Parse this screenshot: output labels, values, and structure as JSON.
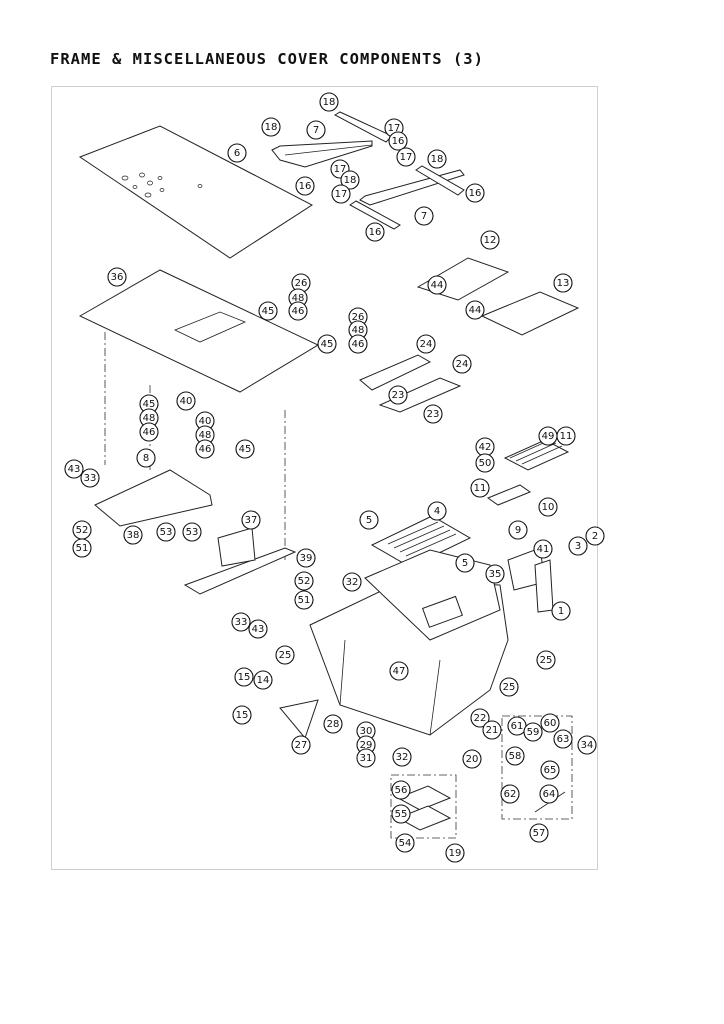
{
  "title": "FRAME & MISCELLANEOUS COVER COMPONENTS (3)",
  "callouts": [
    "18",
    "18",
    "7",
    "17",
    "16",
    "17",
    "18",
    "16",
    "17",
    "18",
    "17",
    "16",
    "7",
    "16",
    "6",
    "12",
    "44",
    "13",
    "44",
    "36",
    "26",
    "48",
    "45",
    "46",
    "26",
    "48",
    "45",
    "46",
    "24",
    "24",
    "23",
    "23",
    "40",
    "45",
    "48",
    "46",
    "40",
    "48",
    "46",
    "45",
    "42",
    "50",
    "49",
    "11",
    "11",
    "10",
    "43",
    "33",
    "8",
    "52",
    "51",
    "38",
    "53",
    "53",
    "5",
    "4",
    "5",
    "9",
    "41",
    "3",
    "2",
    "35",
    "1",
    "37",
    "39",
    "52",
    "51",
    "33",
    "43",
    "32",
    "25",
    "47",
    "25",
    "25",
    "15",
    "14",
    "15",
    "27",
    "28",
    "30",
    "29",
    "31",
    "32",
    "22",
    "21",
    "20",
    "61",
    "59",
    "60",
    "63",
    "58",
    "65",
    "34",
    "62",
    "64",
    "57",
    "56",
    "55",
    "54",
    "19"
  ]
}
